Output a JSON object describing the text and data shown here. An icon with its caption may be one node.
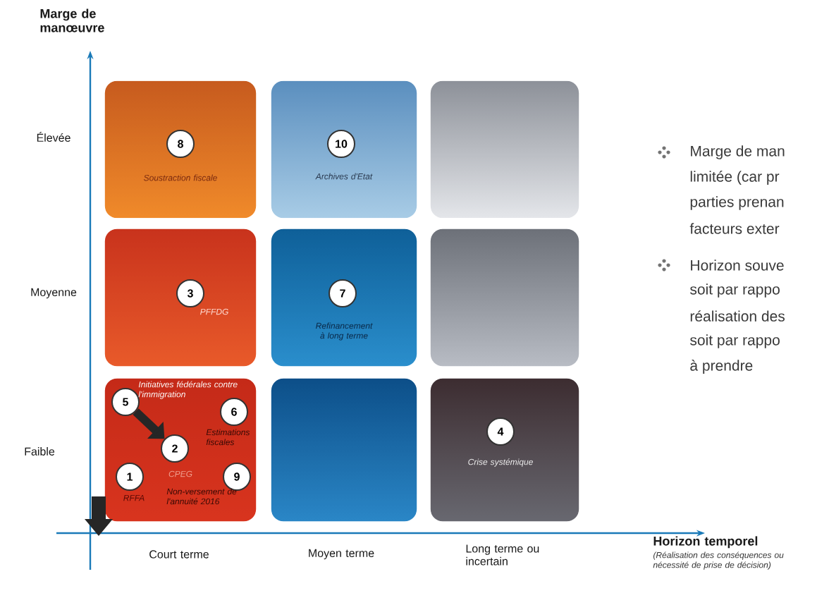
{
  "diagram": {
    "nodes": [
      {
        "text": [],
        "shape": "box"
      },
      {
        "text": [
          "8"
        ],
        "in": 0,
        "beside": [
          "Soustraction fiscale"
        ]
      },
      {
        "text": [],
        "shape": "box"
      },
      {
        "text": [
          "10"
        ],
        "in": 2,
        "beside": [
          "Archives d'Etat"
        ]
      },
      {
        "text": [],
        "shape": "box"
      },
      {
        "text": [],
        "shape": "box"
      },
      {
        "text": [
          "3"
        ],
        "in": 5,
        "beside": [
          "PFFDG"
        ]
      },
      {
        "text": [],
        "shape": "box"
      },
      {
        "text": [
          "7"
        ],
        "in": 7,
        "beside": [
          "Refinancement à long terme"
        ]
      },
      {
        "text": [],
        "shape": "box"
      },
      {
        "text": [],
        "shape": "box"
      },
      {
        "text": [
          "5"
        ],
        "in": 10,
        "beside": [
          "Initiatives fédérales contre l'immigration"
        ]
      },
      {
        "text": [
          "6"
        ],
        "in": 10,
        "beside": [
          "Estimations fiscales"
        ]
      },
      {
        "text": [
          "2"
        ],
        "in": 10,
        "beside": [
          "CPEG"
        ]
      },
      {
        "text": [
          "1"
        ],
        "in": 10,
        "beside": [
          "RFFA"
        ]
      },
      {
        "text": [
          "9"
        ],
        "in": 10,
        "beside": [
          "Non-versement de l'annuité 2016"
        ]
      },
      {
        "text": [],
        "shape": "box"
      },
      {
        "text": [],
        "shape": "box"
      },
      {
        "text": [
          "4"
        ],
        "in": 17,
        "beside": [
          "Crise systémique"
        ]
      }
    ],
    "edges": [
      {
        "from": 11,
        "to": 13,
        "arrow": "to"
      }
    ],
    "labels": [
      "Marge de manœuvre",
      "Élevée",
      "Moyenne",
      "Faible",
      "Court terme",
      "Moyen terme",
      "Long terme ou incertain",
      "Horizon temporel",
      "(Réalisation des conséquences ou nécessité de prise de décision)",
      "Marge de man",
      "limitée (car pr",
      "parties prenan",
      "facteurs exter",
      "Horizon souve",
      "soit par rappo",
      "réalisation des",
      "soit par rappo",
      "à prendre"
    ]
  }
}
